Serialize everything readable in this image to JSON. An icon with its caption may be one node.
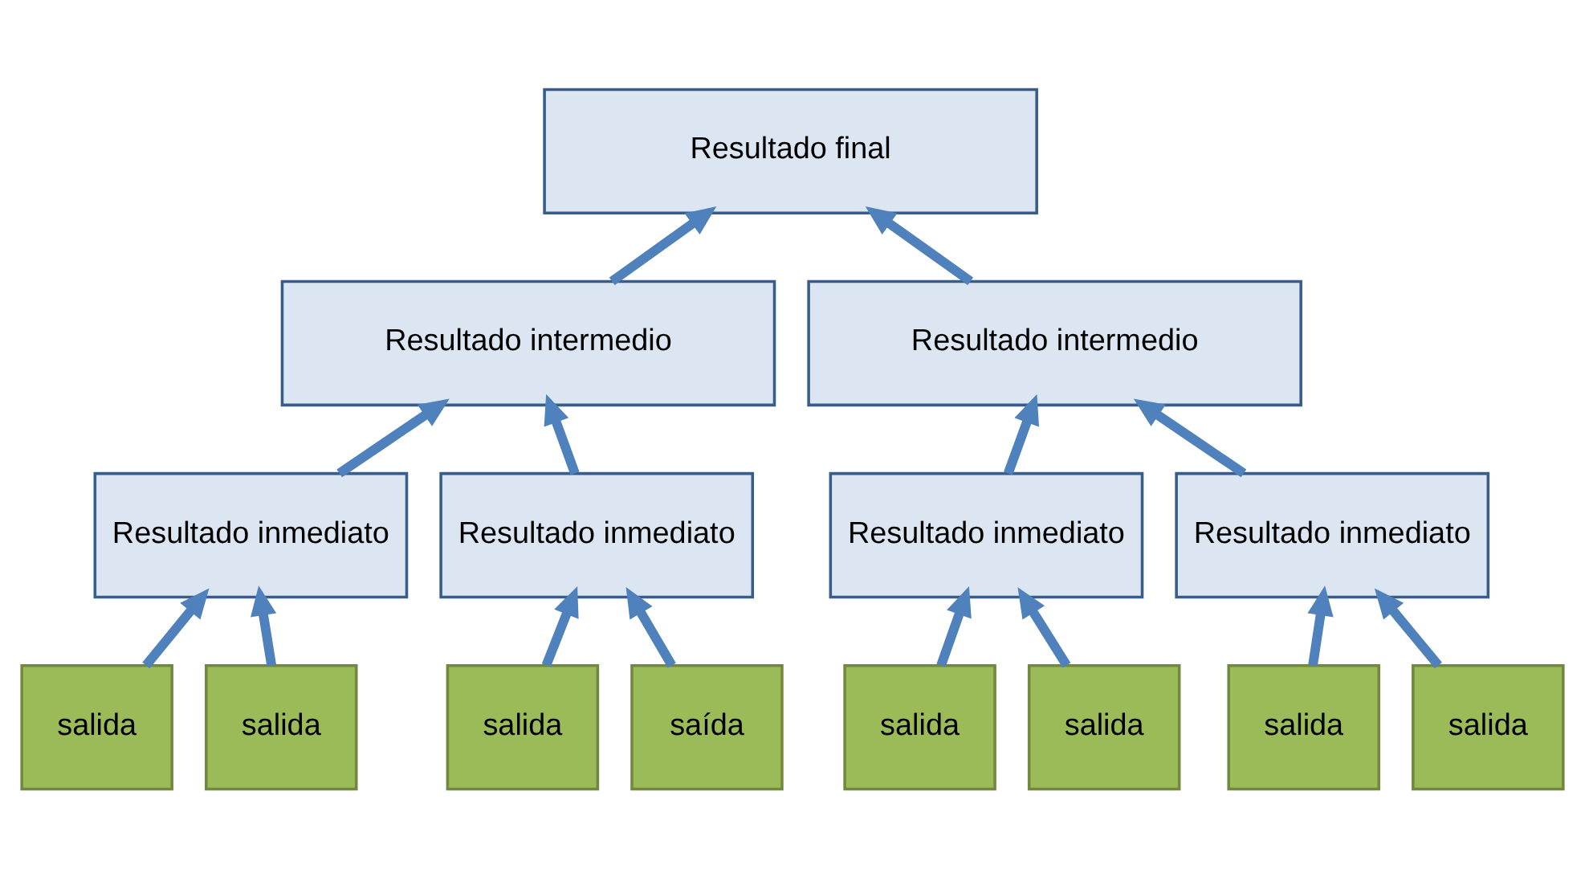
{
  "diagram": {
    "nodes": [
      {
        "text": [
          "Resultado final"
        ]
      },
      {
        "text": [
          "Resultado intermedio"
        ]
      },
      {
        "text": [
          "Resultado intermedio"
        ]
      },
      {
        "text": [
          "Resultado inmediato"
        ]
      },
      {
        "text": [
          "Resultado inmediato"
        ]
      },
      {
        "text": [
          "Resultado inmediato"
        ]
      },
      {
        "text": [
          "Resultado inmediato"
        ]
      },
      {
        "text": [
          "salida"
        ]
      },
      {
        "text": [
          "salida"
        ]
      },
      {
        "text": [
          "salida"
        ]
      },
      {
        "text": [
          "saída"
        ]
      },
      {
        "text": [
          "salida"
        ]
      },
      {
        "text": [
          "salida"
        ]
      },
      {
        "text": [
          "salida"
        ]
      },
      {
        "text": [
          "salida"
        ]
      }
    ],
    "edges": [
      {
        "from": 1,
        "to": 0,
        "arrow": "to"
      },
      {
        "from": 2,
        "to": 0,
        "arrow": "to"
      },
      {
        "from": 3,
        "to": 1,
        "arrow": "to"
      },
      {
        "from": 4,
        "to": 1,
        "arrow": "to"
      },
      {
        "from": 5,
        "to": 2,
        "arrow": "to"
      },
      {
        "from": 6,
        "to": 2,
        "arrow": "to"
      },
      {
        "from": 7,
        "to": 3,
        "arrow": "to"
      },
      {
        "from": 8,
        "to": 3,
        "arrow": "to"
      },
      {
        "from": 9,
        "to": 4,
        "arrow": "to"
      },
      {
        "from": 10,
        "to": 4,
        "arrow": "to"
      },
      {
        "from": 11,
        "to": 5,
        "arrow": "to"
      },
      {
        "from": 12,
        "to": 5,
        "arrow": "to"
      },
      {
        "from": 13,
        "to": 6,
        "arrow": "to"
      },
      {
        "from": 14,
        "to": 6,
        "arrow": "to"
      }
    ]
  }
}
